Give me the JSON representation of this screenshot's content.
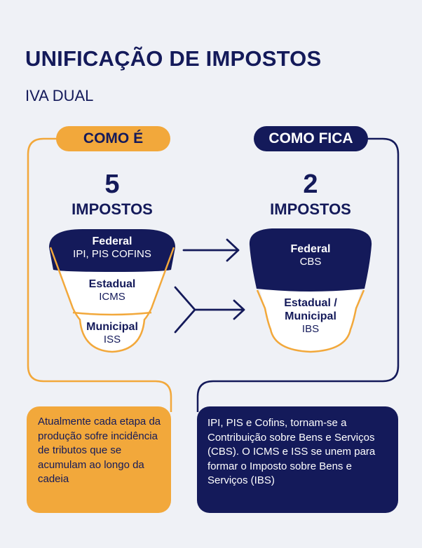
{
  "header": {
    "title": "UNIFICAÇÃO DE IMPOSTOS",
    "subtitle": "IVA DUAL"
  },
  "left": {
    "pill": "COMO É",
    "count": "5",
    "count_label": "IMPOSTOS",
    "levels": [
      {
        "title": "Federal",
        "taxes": "IPI, PIS COFINS"
      },
      {
        "title": "Estadual",
        "taxes": "ICMS"
      },
      {
        "title": "Municipal",
        "taxes": "ISS"
      }
    ],
    "description": "Atualmente cada etapa da produção sofre incidência de tributos que se acumulam ao longo da cadeia"
  },
  "right": {
    "pill": "COMO FICA",
    "count": "2",
    "count_label": "IMPOSTOS",
    "levels": [
      {
        "title": "Federal",
        "taxes": "CBS"
      },
      {
        "title_line1": "Estadual /",
        "title_line2": "Municipal",
        "taxes": "IBS"
      }
    ],
    "description": "IPI, PIS e Cofins, tornam-se a Contribuição sobre Bens e Serviços (CBS). O ICMS e ISS se unem para formar o Imposto sobre Bens e Serviços (IBS)"
  },
  "colors": {
    "navy": "#141a5a",
    "orange": "#f2a83b",
    "background": "#eff1f6",
    "white": "#ffffff"
  }
}
